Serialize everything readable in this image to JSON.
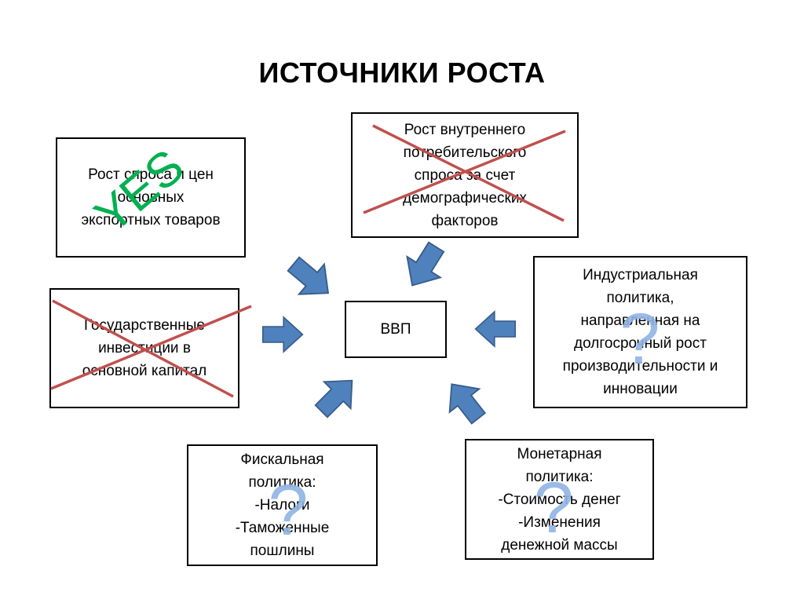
{
  "title": "ИСТОЧНИКИ РОСТА",
  "center": {
    "label": "ВВП"
  },
  "boxes": {
    "export_prices": {
      "lines": [
        "Рост спроса и цен",
        "основных",
        "экспортных товаров"
      ],
      "mark": "YES"
    },
    "domestic_demand": {
      "lines": [
        "Рост внутреннего",
        "потребительского",
        "спроса за счет",
        "демографических",
        "факторов"
      ],
      "crossed": true
    },
    "industrial_policy": {
      "lines": [
        "Индустриальная",
        "политика,",
        "направленная на",
        "долгосрочный рост",
        "производительности и",
        "инновации"
      ],
      "mark": "?"
    },
    "state_investment": {
      "lines": [
        "Государственные",
        "инвестиции в",
        "основной капитал"
      ],
      "crossed": true
    },
    "fiscal_policy": {
      "lines": [
        "Фискальная",
        "политика:",
        "-Налоги",
        "-Таможенные",
        "пошлины"
      ],
      "mark": "?"
    },
    "monetary_policy": {
      "lines": [
        "Монетарная",
        "политика:",
        "-Стоимость денег",
        "-Изменения",
        "денежной массы"
      ],
      "mark": "?"
    }
  },
  "colors": {
    "arrow_fill": "#4F81BD",
    "arrow_stroke": "#385D8A",
    "cross": "#C0504D",
    "question": "#8FB4E3",
    "yes": "#00B050"
  }
}
